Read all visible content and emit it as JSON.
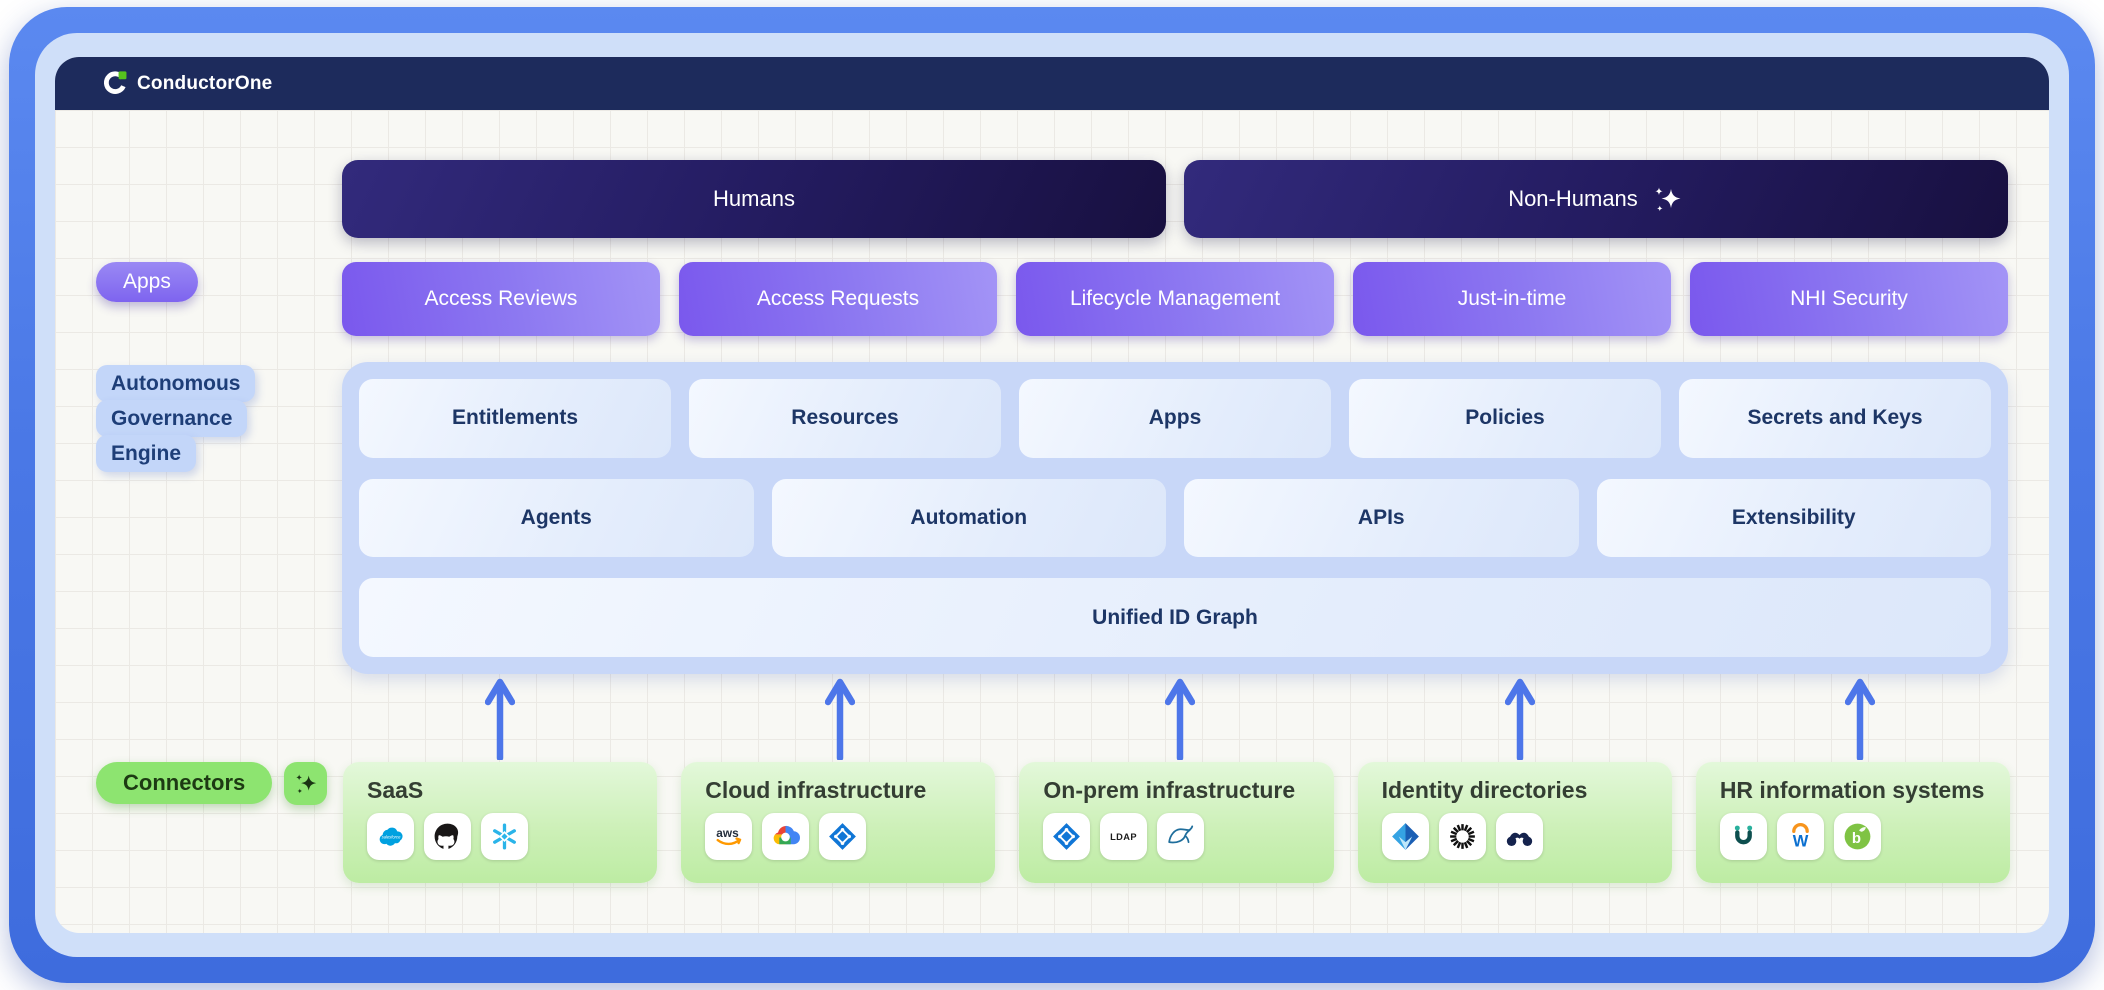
{
  "brand": {
    "name": "ConductorOne"
  },
  "banners": {
    "humans": "Humans",
    "non_humans": "Non-Humans"
  },
  "apps": {
    "label": "Apps",
    "buttons": [
      "Access Reviews",
      "Access Requests",
      "Lifecycle Management",
      "Just-in-time",
      "NHI Security"
    ]
  },
  "engine": {
    "label_lines": [
      "Autonomous",
      "Governance",
      "Engine"
    ],
    "rows": {
      "top": [
        "Entitlements",
        "Resources",
        "Apps",
        "Policies",
        "Secrets and Keys"
      ],
      "middle": [
        "Agents",
        "Automation",
        "APIs",
        "Extensibility"
      ],
      "bottom": "Unified ID Graph"
    }
  },
  "connectors": {
    "label": "Connectors",
    "groups": [
      {
        "title": "SaaS",
        "icons": [
          "salesforce",
          "github",
          "snowflake"
        ]
      },
      {
        "title": "Cloud infrastructure",
        "icons": [
          "aws",
          "google-cloud",
          "azure-active-directory"
        ]
      },
      {
        "title": "On-prem infrastructure",
        "icons": [
          "active-directory",
          "ldap",
          "mysql"
        ]
      },
      {
        "title": "Identity directories",
        "icons": [
          "microsoft-entra",
          "okta",
          "jumpcloud"
        ]
      },
      {
        "title": "HR information systems",
        "icons": [
          "ukg",
          "workday",
          "bamboohr"
        ]
      }
    ]
  },
  "colors": {
    "frame_blue": "#4a78e6",
    "ring_blue": "#cfdff9",
    "header_navy": "#1d2b5c",
    "banner_indigo": "#241c61",
    "button_purple": "#8d79f1",
    "engine_panel": "#c8d7f8",
    "engine_text": "#1d3666",
    "arrow_blue": "#4d76e9",
    "connector_green": "#8de470",
    "group_green": "#cdf0b8",
    "logo_green": "#56c21d"
  }
}
